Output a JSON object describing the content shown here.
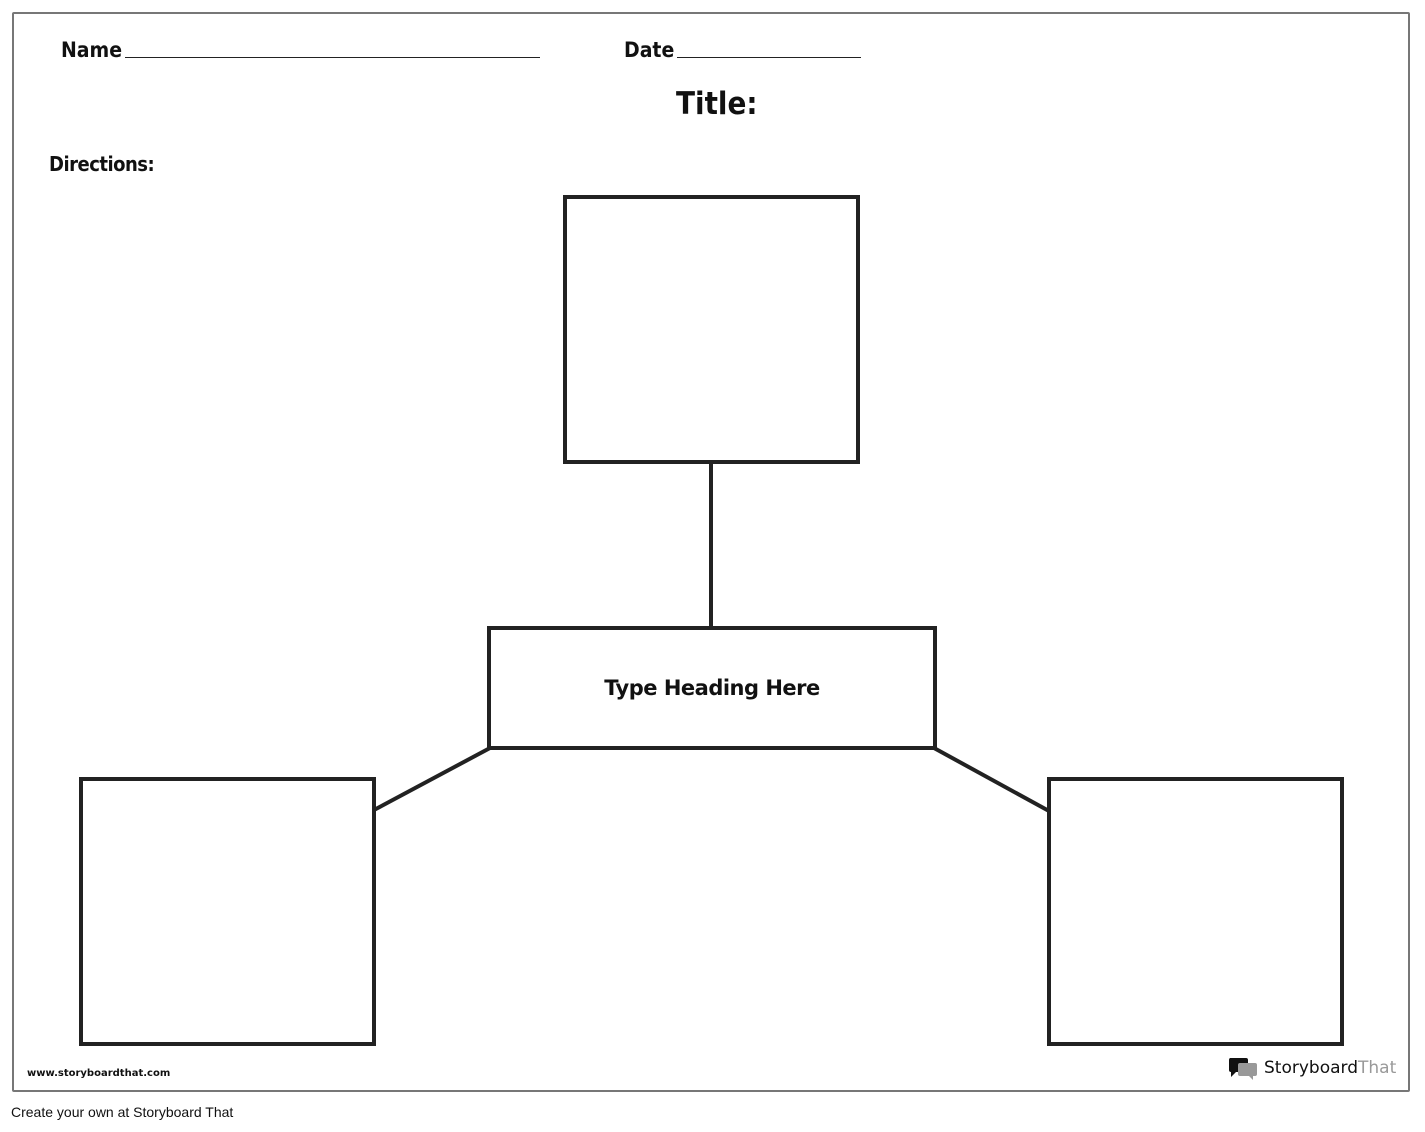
{
  "worksheet": {
    "name_label": "Name",
    "date_label": "Date",
    "title_label": "Title:",
    "directions_label": "Directions:",
    "center_heading": "Type Heading Here"
  },
  "branding": {
    "url": "www.storyboardthat.com",
    "logo_primary": "Storyboard",
    "logo_secondary": "That",
    "footer": "Create your own at Storyboard That"
  }
}
